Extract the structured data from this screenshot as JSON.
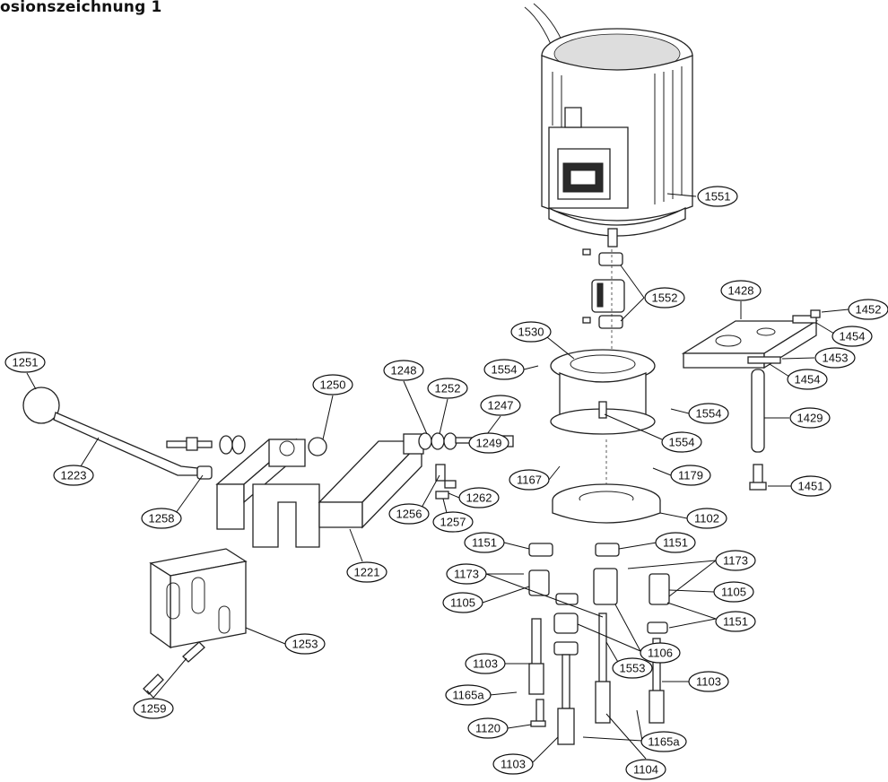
{
  "title": "osionszeichnung 1",
  "colors": {
    "ink": "#111111",
    "paper": "#ffffff"
  },
  "callouts": [
    {
      "id": "1551",
      "label": "1551"
    },
    {
      "id": "1552",
      "label": "1552"
    },
    {
      "id": "1428",
      "label": "1428"
    },
    {
      "id": "1452",
      "label": "1452"
    },
    {
      "id": "1454a",
      "label": "1454"
    },
    {
      "id": "1453",
      "label": "1453"
    },
    {
      "id": "1454b",
      "label": "1454"
    },
    {
      "id": "1429",
      "label": "1429"
    },
    {
      "id": "1451",
      "label": "1451"
    },
    {
      "id": "1530",
      "label": "1530"
    },
    {
      "id": "1554a",
      "label": "1554"
    },
    {
      "id": "1554b",
      "label": "1554"
    },
    {
      "id": "1554c",
      "label": "1554"
    },
    {
      "id": "1251",
      "label": "1251"
    },
    {
      "id": "1250",
      "label": "1250"
    },
    {
      "id": "1248",
      "label": "1248"
    },
    {
      "id": "1252",
      "label": "1252"
    },
    {
      "id": "1247",
      "label": "1247"
    },
    {
      "id": "1249",
      "label": "1249"
    },
    {
      "id": "1223",
      "label": "1223"
    },
    {
      "id": "1258",
      "label": "1258"
    },
    {
      "id": "1262",
      "label": "1262"
    },
    {
      "id": "1256",
      "label": "1256"
    },
    {
      "id": "1257",
      "label": "1257"
    },
    {
      "id": "1167",
      "label": "1167"
    },
    {
      "id": "1179",
      "label": "1179"
    },
    {
      "id": "1102",
      "label": "1102"
    },
    {
      "id": "1221",
      "label": "1221"
    },
    {
      "id": "1151a",
      "label": "1151"
    },
    {
      "id": "1151b",
      "label": "1151"
    },
    {
      "id": "1151c",
      "label": "1151"
    },
    {
      "id": "1173a",
      "label": "1173"
    },
    {
      "id": "1173b",
      "label": "1173"
    },
    {
      "id": "1105a",
      "label": "1105"
    },
    {
      "id": "1105b",
      "label": "1105"
    },
    {
      "id": "1106",
      "label": "1106"
    },
    {
      "id": "1253",
      "label": "1253"
    },
    {
      "id": "1553",
      "label": "1553"
    },
    {
      "id": "1103a",
      "label": "1103"
    },
    {
      "id": "1103b",
      "label": "1103"
    },
    {
      "id": "1103c",
      "label": "1103"
    },
    {
      "id": "1165a1",
      "label": "1165a"
    },
    {
      "id": "1165a2",
      "label": "1165a"
    },
    {
      "id": "1120",
      "label": "1120"
    },
    {
      "id": "1104",
      "label": "1104"
    },
    {
      "id": "1259",
      "label": "1259"
    }
  ]
}
